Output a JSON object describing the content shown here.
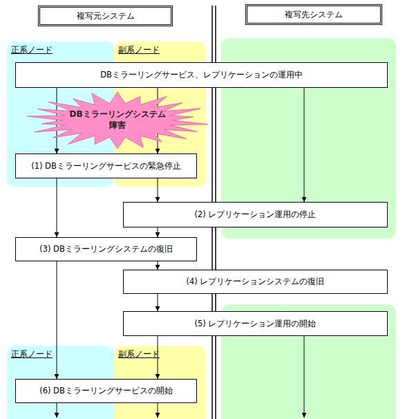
{
  "diagram": {
    "nodes": [
      {
        "text": [
          "複写元システム"
        ]
      },
      {
        "text": [
          "複写先システム"
        ]
      },
      {
        "text": [
          "正系ノード"
        ]
      },
      {
        "text": [
          "副系ノード"
        ]
      },
      {
        "text": [
          "DBミラーリングサービス、レプリケーションの運用中"
        ]
      },
      {
        "text": [
          "DBミラーリングシステム 障害"
        ]
      },
      {
        "text": [
          "(1) DBミラーリングサービスの緊急停止"
        ]
      },
      {
        "text": [
          "(2) レプリケーション運用の停止"
        ]
      },
      {
        "text": [
          "(3) DBミラーリングシステムの復旧"
        ]
      },
      {
        "text": [
          "(4) レプリケーションシステムの復旧"
        ]
      },
      {
        "text": [
          "(5) レプリケーション運用の開始"
        ]
      },
      {
        "text": [
          "正系ノード"
        ]
      },
      {
        "text": [
          "副系ノード"
        ]
      },
      {
        "text": [
          "(6) DBミラーリングサービスの開始"
        ]
      }
    ],
    "edges": [
      {
        "from": 4,
        "to": 6,
        "arrow": "to"
      },
      {
        "from": 4,
        "to": 6,
        "arrow": "to"
      },
      {
        "from": 4,
        "to": 7,
        "arrow": "to"
      },
      {
        "from": 6,
        "to": 7,
        "arrow": "to"
      },
      {
        "from": 6,
        "to": 8,
        "arrow": "to"
      },
      {
        "from": 7,
        "to": 8,
        "arrow": "to"
      },
      {
        "from": 8,
        "to": 9,
        "arrow": "to"
      },
      {
        "from": 8,
        "to": 13,
        "arrow": "to"
      },
      {
        "from": 9,
        "to": 10,
        "arrow": "to"
      },
      {
        "from": 10,
        "to": 13,
        "arrow": "to"
      }
    ]
  }
}
